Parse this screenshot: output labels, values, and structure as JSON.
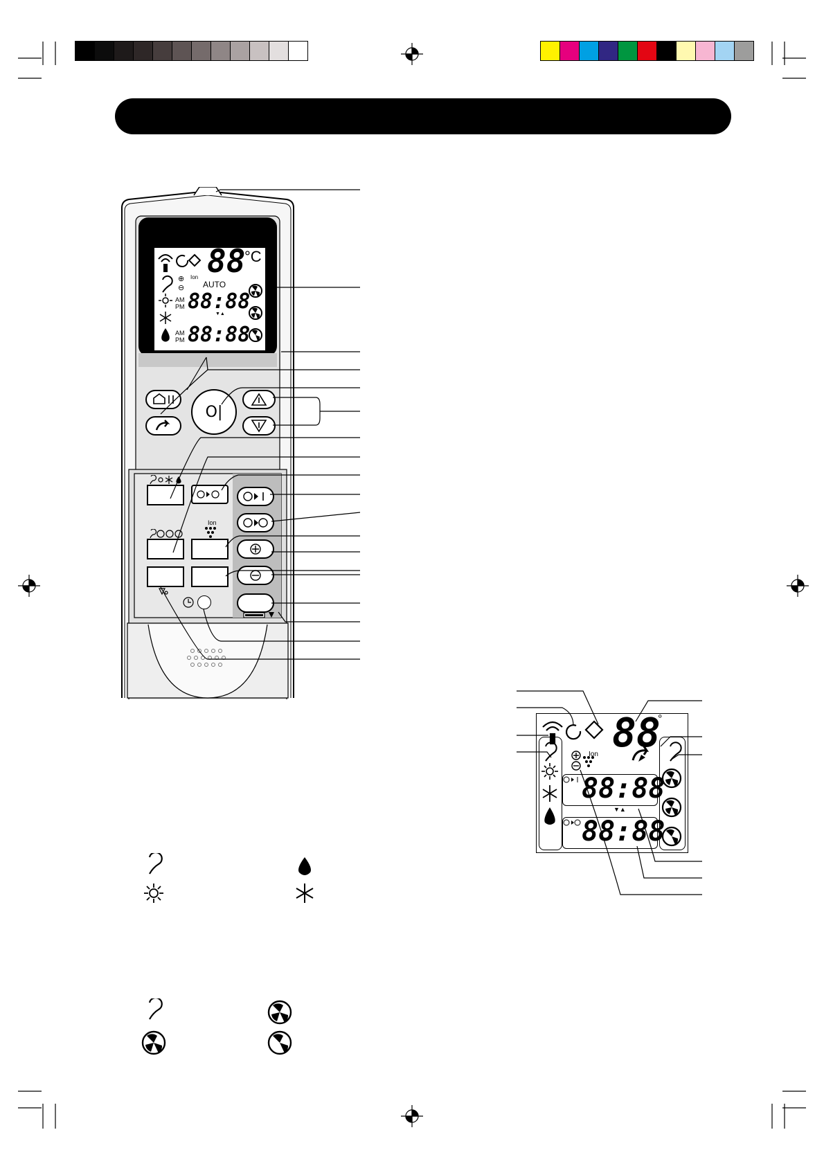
{
  "registration": {
    "gray_swatches": [
      "#000000",
      "#0c0c0c",
      "#1e1a1a",
      "#2e2727",
      "#463d3d",
      "#5e5454",
      "#756b6b",
      "#8f8686",
      "#aaa2a2",
      "#c8c1c1",
      "#e3dfdf",
      "#ffffff"
    ],
    "color_swatches": [
      "#fff200",
      "#e6007e",
      "#00a0e3",
      "#312783",
      "#009640",
      "#e30613",
      "#000000",
      "#fff9b0",
      "#f7b6d2",
      "#a3d4f3",
      "#9d9d9c"
    ]
  },
  "remote": {
    "lcd": {
      "temp_digits": "88",
      "temp_unit": "°C",
      "ion_label": "Ion",
      "auto_label": "AUTO",
      "am_label": "AM",
      "pm_label": "PM",
      "time1": "88:88",
      "time2": "88:88",
      "arrows": "▼▲"
    },
    "buttons": {
      "on_off": "O|",
      "ion_label": "Ion"
    }
  },
  "detail_lcd": {
    "temp_digits": "88",
    "temp_unit": "°",
    "ion_label": "Ion",
    "time1": "88:88",
    "time2": "88:88",
    "arrows": "▼▲"
  },
  "icons": {
    "modes": [
      "auto-mode-icon",
      "dry-mode-icon",
      "heat-mode-icon",
      "cool-mode-icon"
    ],
    "fan": [
      "fan-auto-icon",
      "fan-high-icon",
      "fan-medium-icon",
      "fan-low-icon"
    ]
  }
}
